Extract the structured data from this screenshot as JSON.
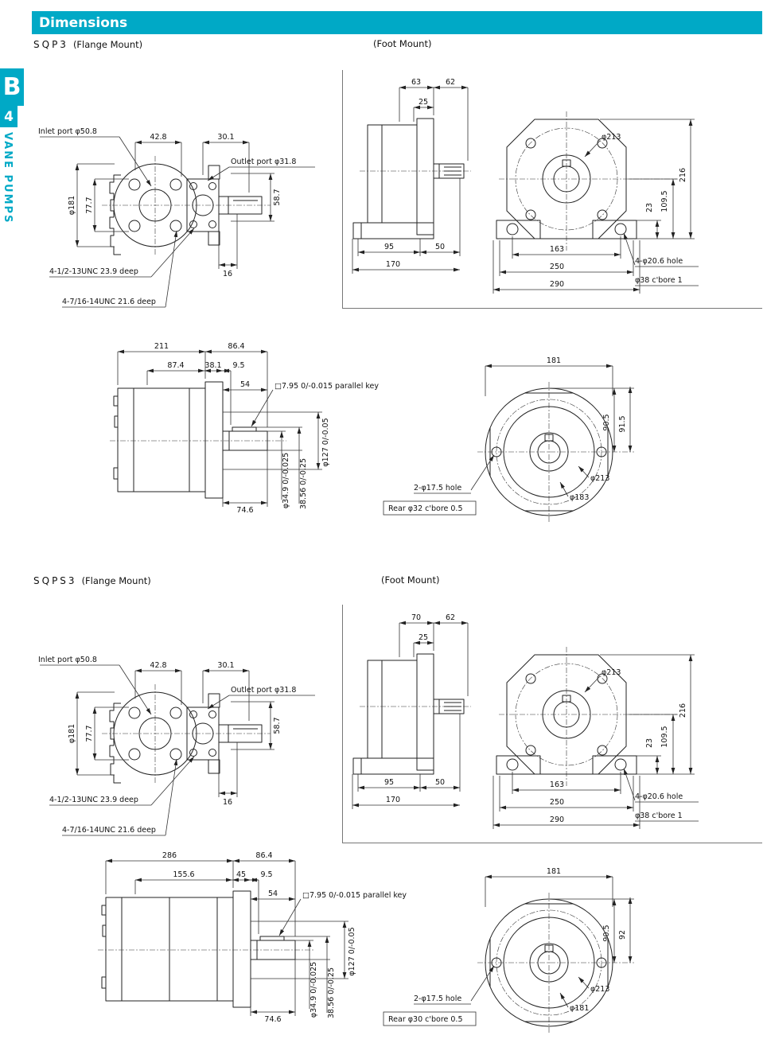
{
  "accent_color": "#00a9c6",
  "header": {
    "title": "Dimensions"
  },
  "sidebar": {
    "tab_letter": "B",
    "tab_number": "4",
    "vertical_label": "VANE PUMPS"
  },
  "sections": {
    "s1": {
      "model": "SQP3",
      "flange_label": "(Flange Mount)",
      "foot_label": "(Foot Mount)"
    },
    "s2": {
      "model": "SQPS3",
      "flange_label": "(Flange Mount)",
      "foot_label": "(Foot Mount)"
    }
  },
  "flange_view": {
    "sqp3": {
      "inlet": "Inlet port φ50.8",
      "outlet": "Outlet port φ31.8",
      "w1": "42.8",
      "w2": "30.1",
      "dia": "φ181",
      "h1": "77.7",
      "h2": "58.7",
      "unc_top": "4-1/2-13UNC 23.9 deep",
      "tail": "16",
      "unc_bottom": "4-7/16-14UNC 21.6 deep"
    },
    "sqps3": {
      "inlet": "Inlet port φ50.8",
      "outlet": "Outlet port φ31.8",
      "w1": "42.8",
      "w2": "30.1",
      "dia": "φ181",
      "h1": "77.7",
      "h2": "58.7",
      "unc_top": "4-1/2-13UNC 23.9 deep",
      "tail": "16",
      "unc_bottom": "4-7/16-14UNC 21.6 deep"
    }
  },
  "foot_view": {
    "sqp3": {
      "a": "63",
      "b": "62",
      "c": "25",
      "bolt_circle": "φ213",
      "h_total": "216",
      "h_center": "109.5",
      "h_foot": "23",
      "w1": "95",
      "w2": "50",
      "w_total": "170",
      "f1": "163",
      "f2": "250",
      "f3": "290",
      "hole_note": "4-φ20.6 hole",
      "cbore_note": "φ38 c'bore 1"
    },
    "sqps3": {
      "a": "70",
      "b": "62",
      "c": "25",
      "bolt_circle": "φ213",
      "h_total": "216",
      "h_center": "109.5",
      "h_foot": "23",
      "w1": "95",
      "w2": "50",
      "w_total": "170",
      "f1": "163",
      "f2": "250",
      "f3": "290",
      "hole_note": "4-φ20.6 hole",
      "cbore_note": "φ38 c'bore 1"
    }
  },
  "side_view": {
    "sqp3": {
      "len_total": "211",
      "len_shaft_sec": "86.4",
      "l1": "87.4",
      "l2": "38.1",
      "l3": "9.5",
      "l4": "54",
      "key_note": "□7.95 0/-0.015 parallel key",
      "pilot_dia": "φ127 0/-0.05",
      "shaft_dia": "φ34.9 0/-0.025",
      "key_height": "38.56 0/-0.25",
      "shaft_len": "74.6"
    },
    "sqps3": {
      "len_total": "286",
      "len_shaft_sec": "86.4",
      "l1": "155.6",
      "l2": "45",
      "l3": "9.5",
      "l4": "54",
      "key_note": "□7.95 0/-0.015 parallel key",
      "pilot_dia": "φ127 0/-0.05",
      "shaft_dia": "φ34.9 0/-0.025",
      "key_height": "38.56 0/-0.25",
      "shaft_len": "74.6"
    }
  },
  "rear_view": {
    "sqp3": {
      "width": "181",
      "r1": "90.5",
      "r2": "91.5",
      "bolt_circle": "φ213",
      "pilot": "φ183",
      "holes_note": "2-φ17.5 hole",
      "cbore_note": "Rear φ32 c'bore 0.5"
    },
    "sqps3": {
      "width": "181",
      "r1": "90.5",
      "r2": "92",
      "bolt_circle": "φ213",
      "pilot": "φ181",
      "holes_note": "2-φ17.5 hole",
      "cbore_note": "Rear φ30 c'bore 0.5"
    }
  }
}
